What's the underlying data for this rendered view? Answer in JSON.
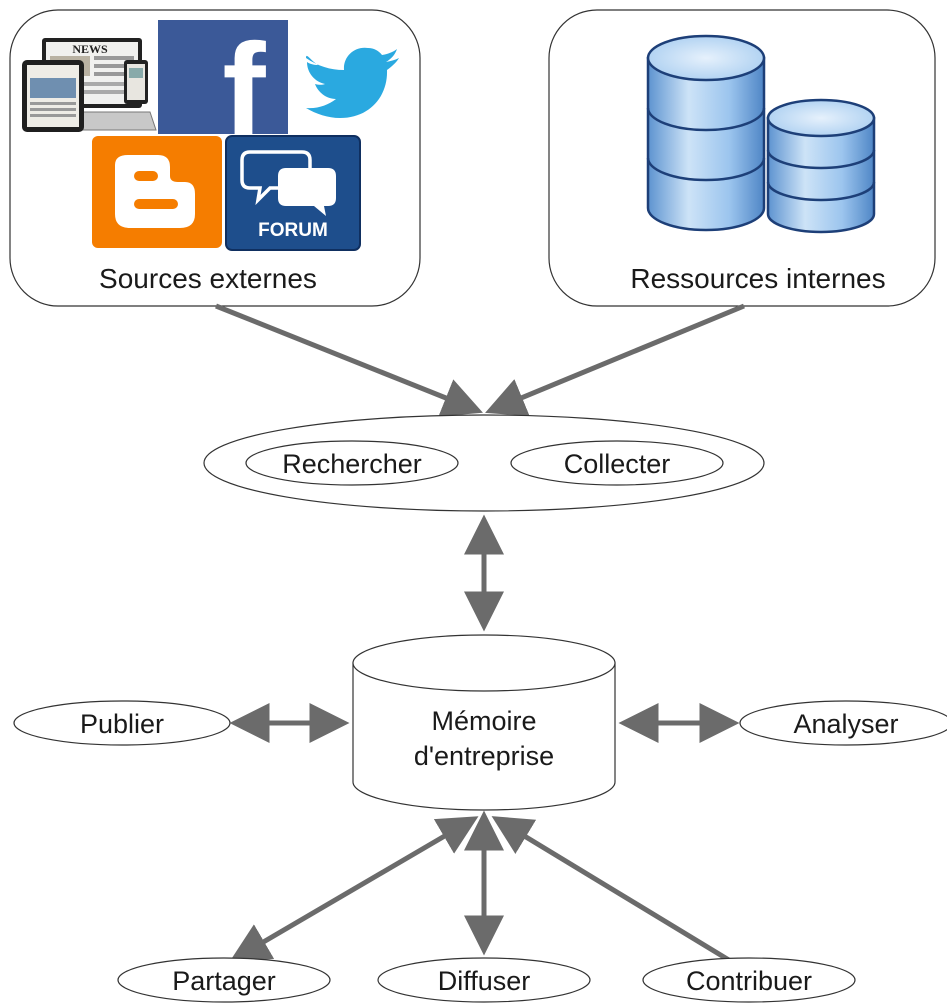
{
  "sources": {
    "external_label": "Sources externes",
    "internal_label": "Ressources internes",
    "news_text": "NEWS",
    "facebook_letter": "f",
    "forum_text": "FORUM"
  },
  "collect": {
    "search_label": "Rechercher",
    "collect_label": "Collecter"
  },
  "memory": {
    "line1": "Mémoire",
    "line2": "d'entreprise"
  },
  "actions": {
    "publish": "Publier",
    "analyze": "Analyser",
    "share": "Partager",
    "diffuse": "Diffuser",
    "contribute": "Contribuer"
  },
  "colors": {
    "arrow": "#6b6b6b",
    "facebook": "#3b5998",
    "twitter": "#1da1f2",
    "blogger": "#f57d00",
    "forum": "#1e4e8c",
    "database": "#7fb2e5"
  }
}
